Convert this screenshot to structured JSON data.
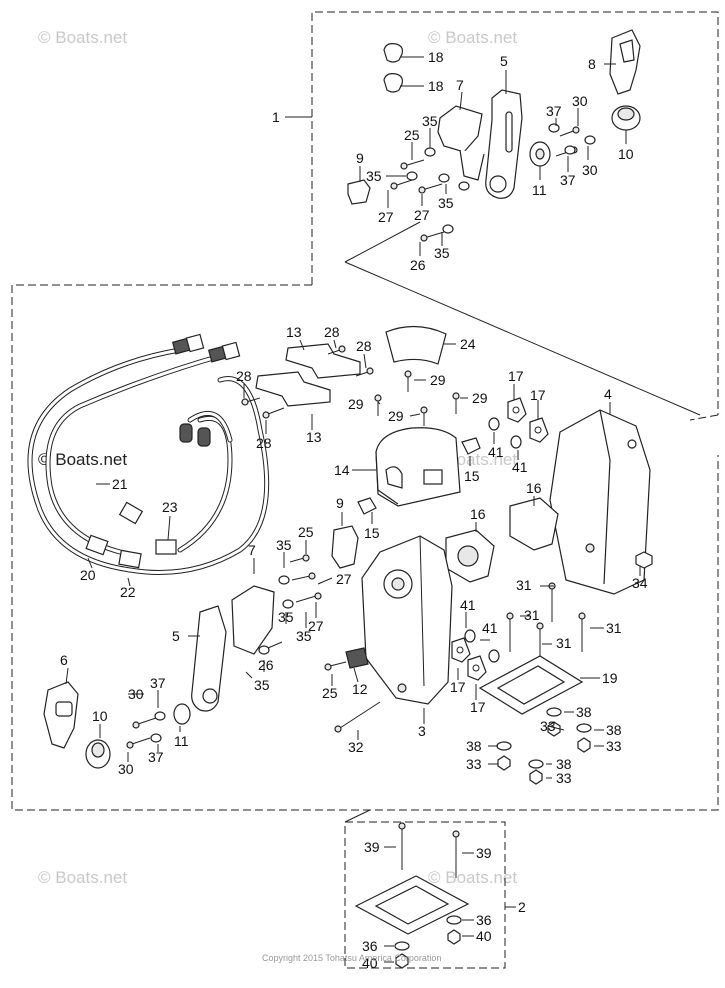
{
  "watermarks": {
    "wm_text": "Boats.net",
    "wm_prefix": "©"
  },
  "copyright": "Copyright 2015 Tohatsu America Corporation",
  "callouts": {
    "c1": "1",
    "c2": "2",
    "c3": "3",
    "c4": "4",
    "c5": "5",
    "c6": "6",
    "c7": "7",
    "c8": "8",
    "c9": "9",
    "c10": "10",
    "c11": "11",
    "c12": "12",
    "c13": "13",
    "c14": "14",
    "c15": "15",
    "c16": "16",
    "c17": "17",
    "c18": "18",
    "c19": "19",
    "c20": "20",
    "c21": "21",
    "c22": "22",
    "c23": "23",
    "c24": "24",
    "c25": "25",
    "c26": "26",
    "c27": "27",
    "c28": "28",
    "c29": "29",
    "c30": "30",
    "c31": "31",
    "c32": "32",
    "c33": "33",
    "c34": "34",
    "c35": "35",
    "c36": "36",
    "c37": "37",
    "c38": "38",
    "c39": "39",
    "c40": "40",
    "c41": "41"
  }
}
